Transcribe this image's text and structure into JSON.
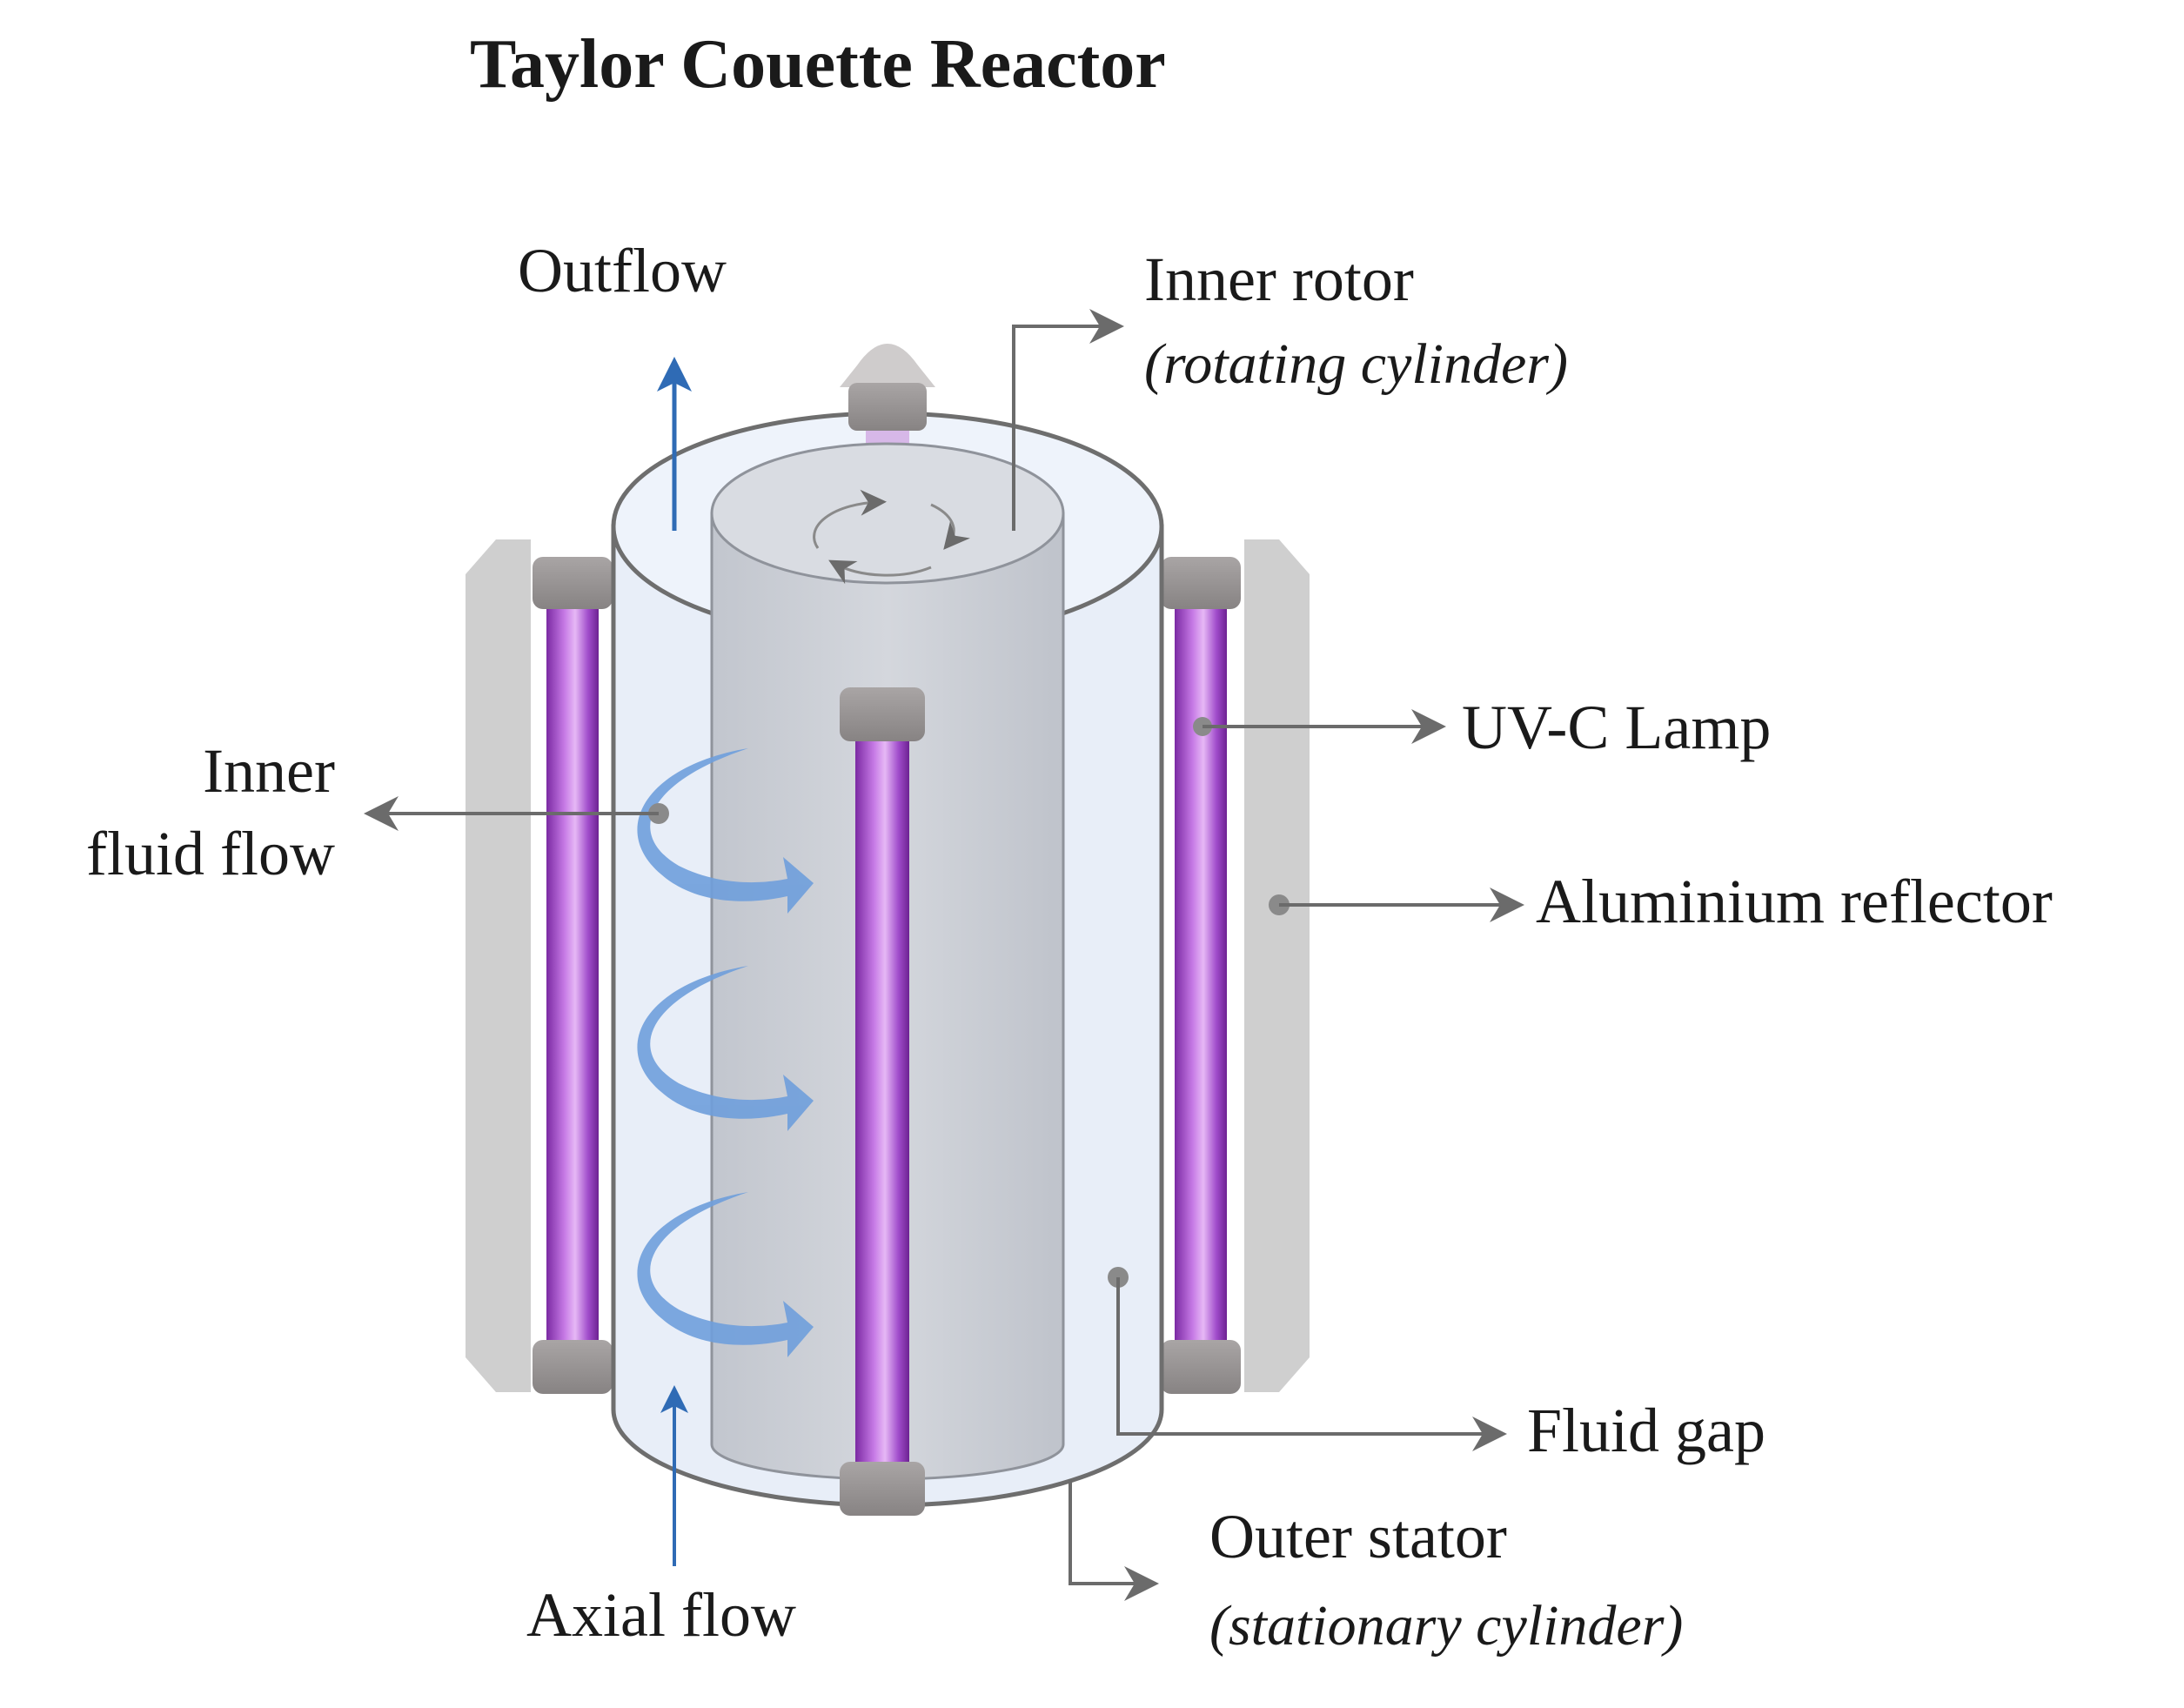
{
  "title": "Taylor Couette Reactor",
  "labels": {
    "outflow": "Outflow",
    "inner_rotor": "Inner rotor",
    "inner_rotor_sub": "(rotating cylinder)",
    "uvc_lamp": "UV-C Lamp",
    "inner_fluid_flow_1": "Inner",
    "inner_fluid_flow_2": "fluid flow",
    "aluminium_reflector": "Aluminium reflector",
    "fluid_gap": "Fluid gap",
    "outer_stator": "Outer stator",
    "outer_stator_sub": "(stationary cylinder)",
    "axial_flow": "Axial flow"
  },
  "colors": {
    "lamp_purple": "#9b3fc0",
    "lamp_highlight": "#e6b8f5",
    "cap_gray": "#8f8b8b",
    "reflector_gray": "#cfcfcf",
    "stator_fill": "#e8eef8",
    "rotor_fill": "#c9ccd3",
    "flow_blue": "#6f9fdc",
    "axial_arrow_blue": "#2f6bb5",
    "leader_gray": "#6b6b6b"
  }
}
